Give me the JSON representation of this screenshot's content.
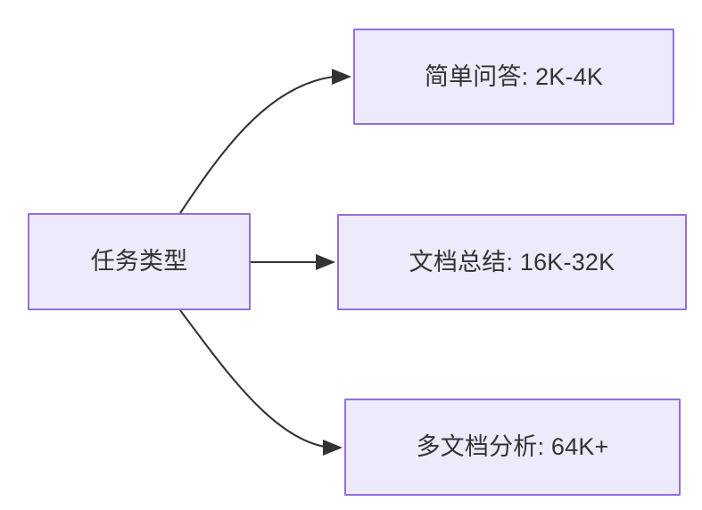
{
  "diagram": {
    "type": "flowchart",
    "direction": "left-to-right",
    "background_color": "#FFFFFF",
    "node_fill_color": "#ECEAFB",
    "node_border_color": "#9370DB",
    "text_color": "#333333",
    "edge_color": "#333333",
    "source_node": {
      "id": "task-type",
      "label": "任务类型"
    },
    "target_nodes": [
      {
        "id": "simple-qa",
        "label": "简单问答: 2K-4K",
        "category": "简单问答",
        "range": "2K-4K"
      },
      {
        "id": "doc-summary",
        "label": "文档总结: 16K-32K",
        "category": "文档总结",
        "range": "16K-32K"
      },
      {
        "id": "multi-doc-analysis",
        "label": "多文档分析: 64K+",
        "category": "多文档分析",
        "range": "64K+"
      }
    ],
    "edges": [
      {
        "id": "edge-0",
        "from": "task-type",
        "to": "simple-qa",
        "style": "curved",
        "arrow": "arrow-triangle"
      },
      {
        "id": "edge-1",
        "from": "task-type",
        "to": "doc-summary",
        "style": "straight",
        "arrow": "arrow-triangle"
      },
      {
        "id": "edge-2",
        "from": "task-type",
        "to": "multi-doc-analysis",
        "style": "curved",
        "arrow": "arrow-triangle"
      }
    ]
  }
}
